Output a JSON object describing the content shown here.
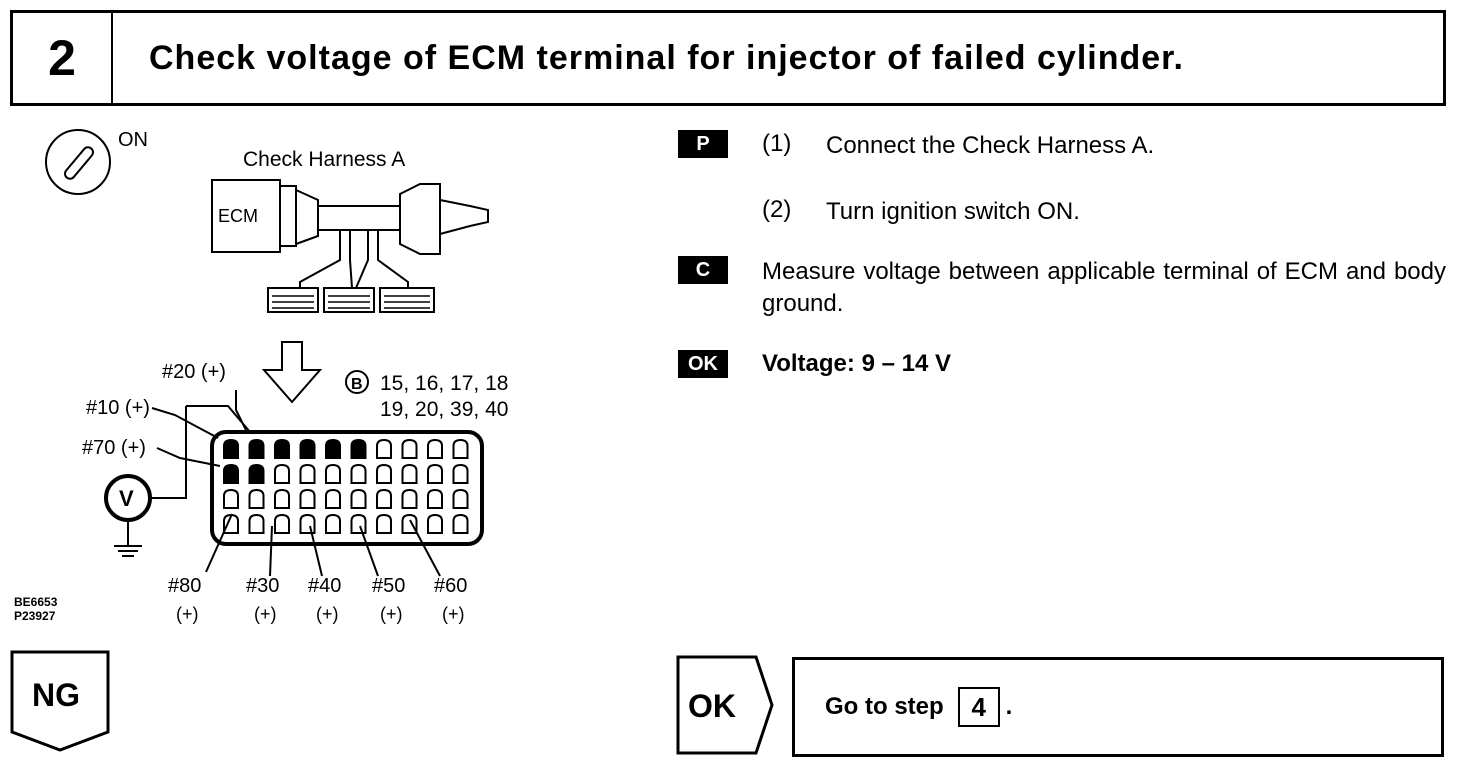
{
  "header": {
    "step_number": "2",
    "title": "Check voltage of ECM terminal for injector of failed cylinder."
  },
  "diagram": {
    "switch_label": "ON",
    "harness_label": "Check Harness A",
    "ecm_label": "ECM",
    "connector_id": "B",
    "pins_line1": "15, 16, 17, 18",
    "pins_line2": "19, 20, 39, 40",
    "voltmeter_symbol": "V",
    "terminals_top": [
      "#20 (+)",
      "#10 (+)",
      "#70 (+)"
    ],
    "terminals_bottom": [
      {
        "label": "#80",
        "sign": "(+)"
      },
      {
        "label": "#30",
        "sign": "(+)"
      },
      {
        "label": "#40",
        "sign": "(+)"
      },
      {
        "label": "#50",
        "sign": "(+)"
      },
      {
        "label": "#60",
        "sign": "(+)"
      }
    ],
    "figure_codes": [
      "BE6653",
      "P23927"
    ]
  },
  "steps": [
    {
      "badge": "P",
      "number": "(1)",
      "text": "Connect the Check Harness A."
    },
    {
      "number": "(2)",
      "text": "Turn ignition switch ON."
    },
    {
      "badge": "C",
      "text": "Measure voltage between applicable terminal of ECM and body ground."
    },
    {
      "badge": "OK",
      "text": "Voltage:  9 – 14 V"
    }
  ],
  "outcomes": {
    "ng_label": "NG",
    "ok_label": "OK",
    "goto_text": "Go to step",
    "goto_step": "4",
    "goto_suffix": "."
  }
}
